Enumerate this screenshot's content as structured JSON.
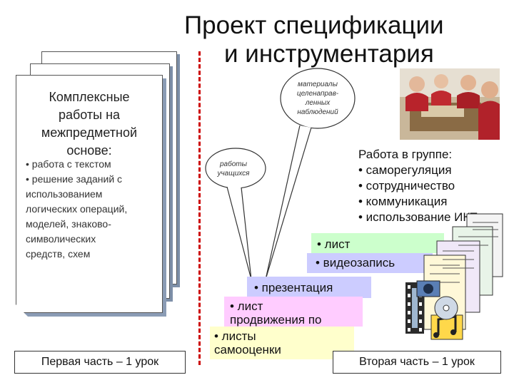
{
  "title": {
    "line1": "Проект спецификации",
    "line2": "и инструментария"
  },
  "card": {
    "heading": [
      "Комплексные",
      "работы на",
      "межпредметной",
      "основе:"
    ],
    "bullets": [
      "• работа с текстом",
      "• решение заданий с",
      "использованием",
      "логических операций,",
      "моделей, знаково-",
      "символических",
      "средств, схем"
    ]
  },
  "bubbles": {
    "observations": [
      "материалы",
      "целенаправ-",
      "ленных",
      "наблюдений"
    ],
    "student_works": [
      "работы",
      "учащихся"
    ]
  },
  "group_work": {
    "title": "Работа в группе:",
    "items": [
      "• саморегуляция",
      "• сотрудничество",
      "• коммуникация",
      "• использование ИКТ"
    ]
  },
  "products": {
    "sheet": "• лист",
    "video": "• видеозапись",
    "presentation": "• презентация",
    "progress_sheet": [
      "• лист",
      "продвижения по"
    ],
    "self_assessment": [
      "• листы",
      "самооценки"
    ]
  },
  "footer": {
    "first_part": "Первая часть – 1 урок",
    "second_part": "Вторая часть – 1 урок"
  },
  "colors": {
    "divider": "#cc0000",
    "sheet_strip": "#ccffcc",
    "video_strip": "#ccccff",
    "presentation_strip": "#ccccff",
    "progress_strip": "#ffccff",
    "self_assessment_strip": "#ffffcc",
    "page_shadow": "#8b9cb5"
  }
}
